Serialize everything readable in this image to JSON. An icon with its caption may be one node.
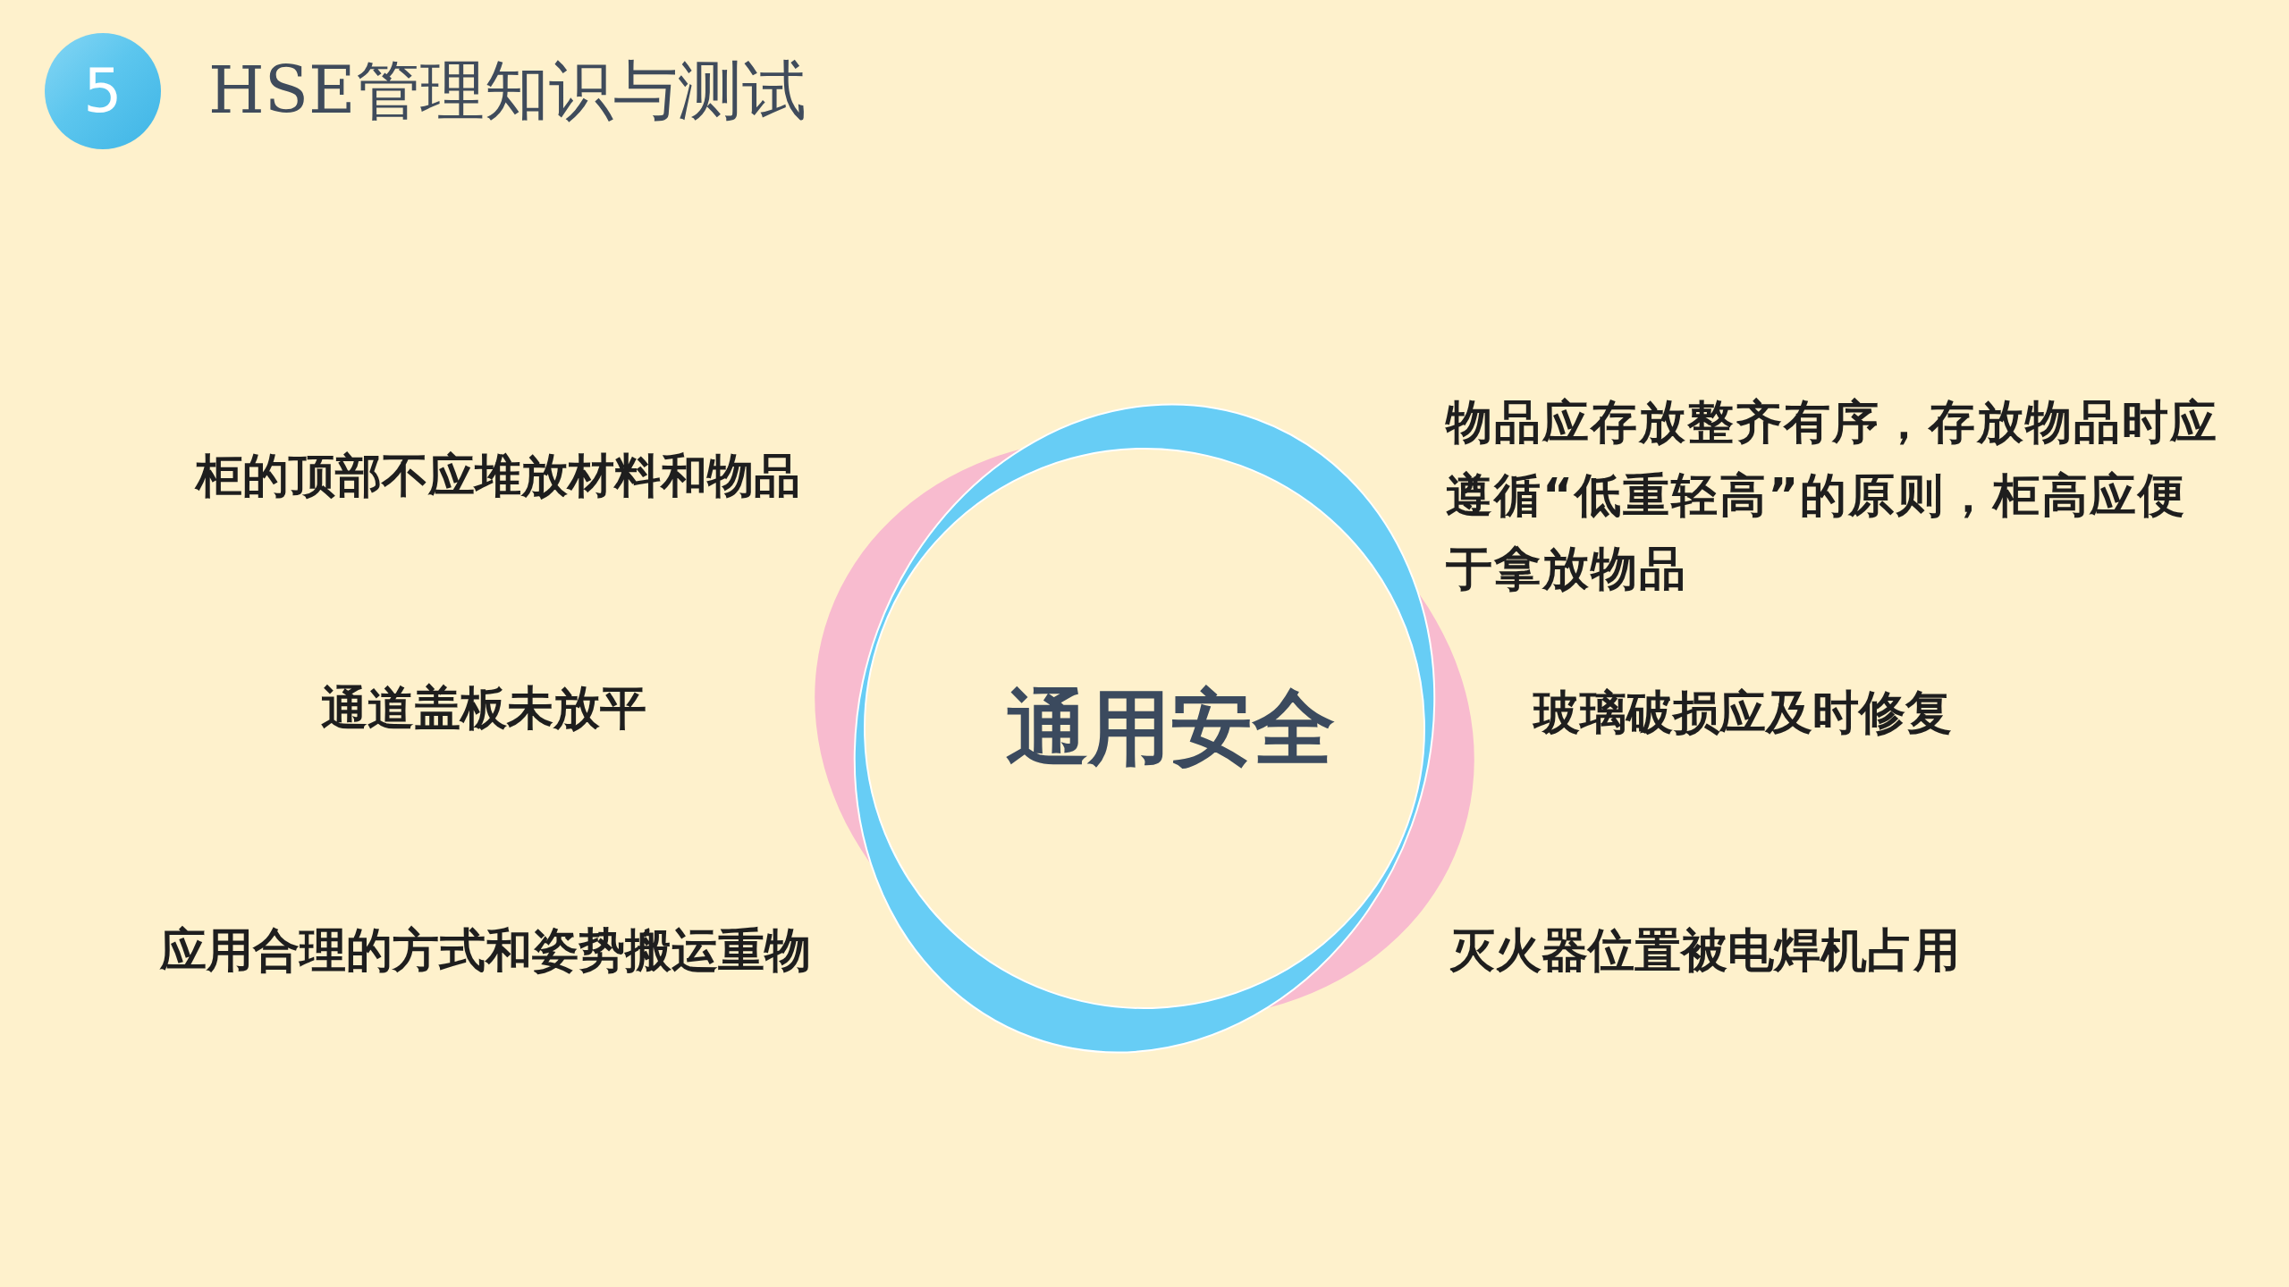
{
  "diagram": {
    "title": "HSE管理知识与测试",
    "nodes": [
      {
        "text": [
          "5"
        ]
      },
      {
        "text": [
          "通用安全"
        ]
      }
    ],
    "labels": [
      "柜的顶部不应堆放材料和物品",
      "物品应存放整齐有序，存放物品时应遵循“低重轻高”的原则，柜高应便于拿放物品",
      "通道盖板未放平",
      "玻璃破损应及时修复",
      "应用合理的方式和姿势搬运重物",
      "灭火器位置被电焊机占用"
    ]
  }
}
